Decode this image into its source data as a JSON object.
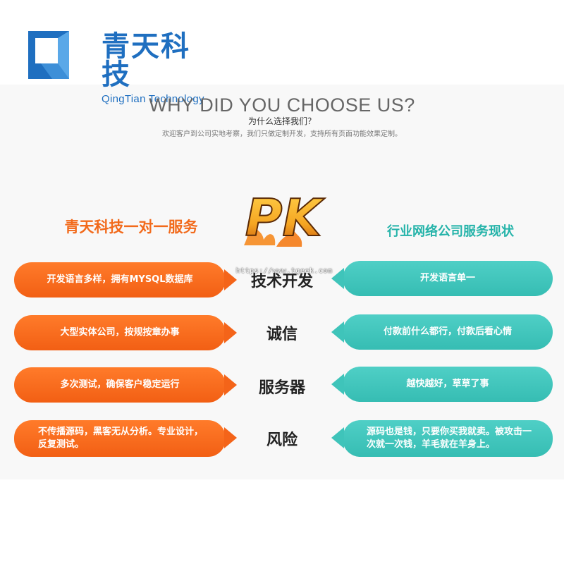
{
  "brand": {
    "name_cn": "青天科技",
    "name_en": "QingTian Technology",
    "colors": {
      "primary": "#1f6fc0",
      "logo_light": "#5aa8e8"
    }
  },
  "heading": {
    "title": "WHY DID YOU CHOOSE US?",
    "subtitle": "为什么选择我们？",
    "description": "欢迎客户到公司实地考察，我们只做定制开发，支持所有页面功能效果定制。"
  },
  "comparison": {
    "left_title": "青天科技一对一服务",
    "right_title": "行业网络公司服务现状",
    "badge": "PK",
    "colors": {
      "left": "#f26a1b",
      "right": "#3fc4ba",
      "badge": "#f5a623"
    },
    "rows": [
      {
        "left": "开发语言多样，拥有MYSQL数据库",
        "middle": "技术开发",
        "right": "开发语言单一"
      },
      {
        "left": "大型实体公司，按规按章办事",
        "middle": "诚信",
        "right": "付款前什么都行，付款后看心情"
      },
      {
        "left": "多次测试，确保客户稳定运行",
        "middle": "服务器",
        "right": "越快越好，草草了事"
      },
      {
        "left": "不传播源码，黑客无从分析。专业设计，反复测试。",
        "middle": "风险",
        "right": "源码也是钱，只要你买我就卖。被攻击一次就一次钱，羊毛就在羊身上。"
      }
    ]
  },
  "watermark": "https://www.tgeek.com"
}
